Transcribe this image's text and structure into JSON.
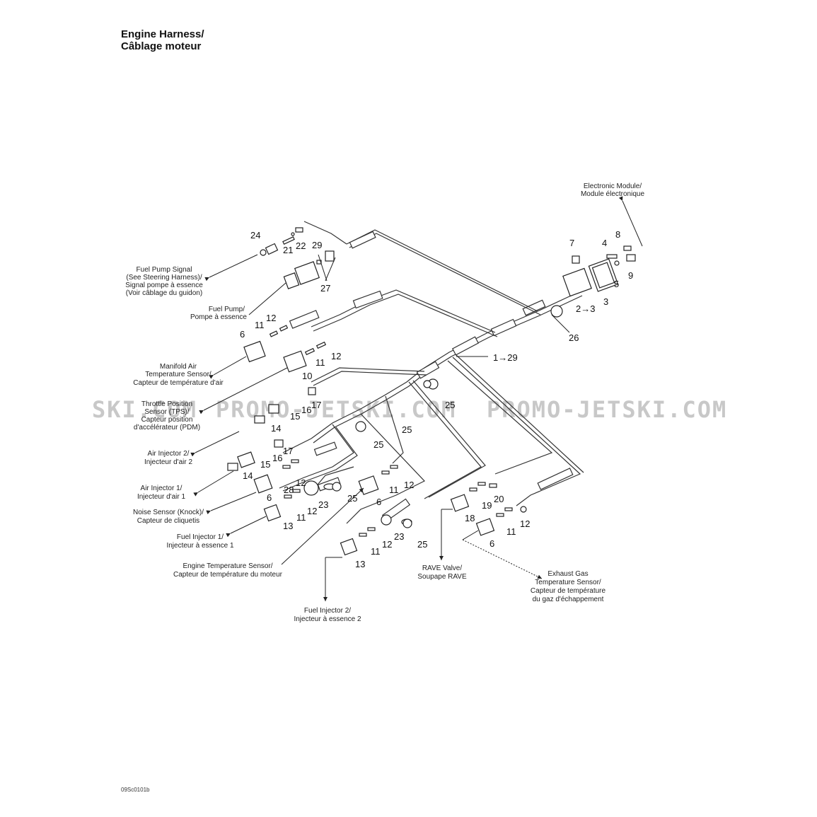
{
  "title": {
    "line1": "Engine Harness/",
    "line2": "Câblage moteur"
  },
  "figure_code": "09Sc0101b",
  "watermark": {
    "left": "SKI.COM",
    "center": "PROMO-JETSKI.COM",
    "right": "PROMO-JETSKI.COM"
  },
  "labels": {
    "electronic_module": [
      "Electronic Module/",
      "Module électronique"
    ],
    "fuel_pump_signal": [
      "Fuel Pump Signal",
      "(See Steering Harness)/",
      "Signal pompe à essence",
      "(Voir câblage du guidon)"
    ],
    "fuel_pump": [
      "Fuel Pump/",
      "Pompe à essence"
    ],
    "manifold_air": [
      "Manifold Air",
      "Temperature Sensor/",
      "Capteur de température d'air"
    ],
    "throttle_position": [
      "Throttle Position",
      "Sensor (TPS)/",
      "Capteur position",
      "d'accélérateur (PDM)"
    ],
    "air_injector_2": [
      "Air Injector 2/",
      "Injecteur d'air 2"
    ],
    "air_injector_1": [
      "Air Injector 1/",
      "Injecteur d'air 1"
    ],
    "noise_sensor": [
      "Noise Sensor (Knock)/",
      "Capteur de cliquetis"
    ],
    "fuel_injector_1": [
      "Fuel Injector 1/",
      "Injecteur à essence 1"
    ],
    "engine_temp": [
      "Engine Temperature Sensor/",
      "Capteur de température du moteur"
    ],
    "fuel_injector_2": [
      "Fuel Injector 2/",
      "Injecteur à essence 2"
    ],
    "rave_valve": [
      "RAVE Valve/",
      "Soupape RAVE"
    ],
    "exhaust_gas": [
      "Exhaust Gas",
      "Temperature Sensor/",
      "Capteur de température",
      "du gaz d'échappement"
    ]
  },
  "callouts": {
    "c24": "24",
    "c21": "21",
    "c22": "22",
    "c29": "29",
    "c27": "27",
    "c7": "7",
    "c4": "4",
    "c8": "8",
    "c9": "9",
    "c5": "5",
    "c3": "3",
    "c2to3": "2→3",
    "c26": "26",
    "c12a": "12",
    "c11a": "11",
    "c6a": "6",
    "c12b": "12",
    "c11b": "11",
    "c10": "10",
    "c1to29": "1→29",
    "c17a": "17",
    "c16a": "16",
    "c15a": "15",
    "c25a": "25",
    "c14a": "14",
    "c25b": "25",
    "c25c": "25",
    "c17b": "17",
    "c16b": "16",
    "c15b": "15",
    "c14b": "14",
    "c12c": "12",
    "c28": "28",
    "c6b": "6",
    "c23a": "23",
    "c25d": "25",
    "c12d": "12",
    "c11c": "11",
    "c13a": "13",
    "c12e": "12",
    "c11d": "11",
    "c6c": "6",
    "c19": "19",
    "c20": "20",
    "c18": "18",
    "c11e": "11",
    "c12f": "12",
    "c6d": "6",
    "c23b": "23",
    "c25e": "25",
    "c12g": "12",
    "c11f": "11",
    "c13b": "13"
  }
}
